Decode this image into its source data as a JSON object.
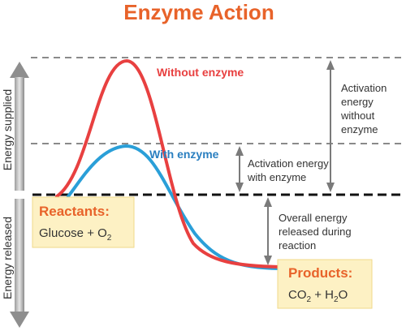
{
  "title": "Enzyme Action",
  "axis": {
    "supplied_label": "Energy supplied",
    "released_label": "Energy  released"
  },
  "curves": {
    "without_label": "Without enzyme",
    "with_label": "With enzyme"
  },
  "annotations": {
    "activation_without": [
      "Activation",
      "energy",
      "without",
      "enzyme"
    ],
    "activation_with": [
      "Activation energy",
      "with enzyme"
    ],
    "overall": [
      "Overall energy",
      "released during",
      "reaction"
    ]
  },
  "reactants": {
    "title": "Reactants:",
    "formula_main": "Glucose + O",
    "formula_sub": "2"
  },
  "products": {
    "title": "Products:",
    "co": "CO",
    "co_sub": "2",
    "plus_h": " + H",
    "h_sub": "2",
    "o": "O"
  },
  "colors": {
    "title": "#e8632a",
    "without_curve": "#e84040",
    "with_curve": "#2a9fd8",
    "box_fill": "#fdf1c4",
    "box_border": "#f0d98a",
    "box_title": "#e8632a",
    "arrow_gray": "#7a7a7a",
    "dashed_gray": "#8a8a8a"
  }
}
